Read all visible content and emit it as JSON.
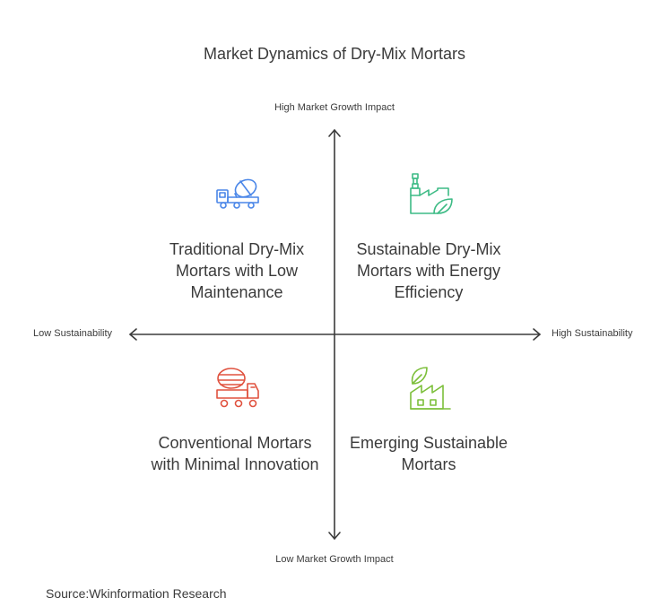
{
  "title": "Market Dynamics of Dry-Mix Mortars",
  "axes": {
    "y_high": "High Market Growth Impact",
    "y_low": "Low Market Growth Impact",
    "x_low": "Low Sustainability",
    "x_high": "High Sustainability"
  },
  "quadrants": {
    "top_left": {
      "label": "Traditional Dry-Mix Mortars with Low Maintenance",
      "icon": "concrete-mixer-truck-icon",
      "color": "#4a86e8"
    },
    "top_right": {
      "label": "Sustainable Dry-Mix Mortars with Energy Efficiency",
      "icon": "eco-factory-icon",
      "color": "#3dbb85"
    },
    "bottom_left": {
      "label": "Conventional Mortars with Minimal Innovation",
      "icon": "cement-mixer-icon",
      "color": "#e0523f"
    },
    "bottom_right": {
      "label": "Emerging Sustainable Mortars",
      "icon": "green-factory-icon",
      "color": "#7cbf3a"
    }
  },
  "source": "Source:Wkinformation Research"
}
